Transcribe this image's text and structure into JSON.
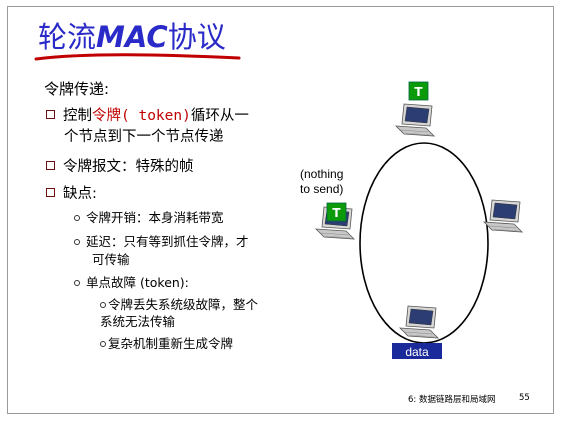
{
  "title": {
    "prefix": "轮流",
    "mac": "MAC",
    "suffix": "协议"
  },
  "content": {
    "heading": "令牌传递:",
    "b1": {
      "a": "控制",
      "token_cn": "令牌",
      "token_en": "( token)",
      "b": "循环从一",
      "line2": "个节点到下一个节点传递"
    },
    "b2": "令牌报文：特殊的帧",
    "b3": "缺点:",
    "sub1": "令牌开销：本身消耗带宽",
    "sub2": {
      "line1": "延迟：只有等到抓住令牌，才",
      "line2": "可传输"
    },
    "sub3": "单点故障 (token):",
    "subsub1": {
      "line1": "令牌丢失系统级故障，整个",
      "line2": "系统无法传输"
    },
    "subsub2": "复杂机制重新生成令牌"
  },
  "diagram": {
    "token_label": "T",
    "nothing_line1": "(nothing",
    "nothing_line2": "to send)",
    "data_label": "data"
  },
  "footer": {
    "chapter": "6: 数据链路层和局域网",
    "page": "55"
  },
  "colors": {
    "title": "#2a2ac8",
    "red": "#c00000",
    "token_bg": "#0a9a0a",
    "data_bg": "#1a2a9a"
  }
}
